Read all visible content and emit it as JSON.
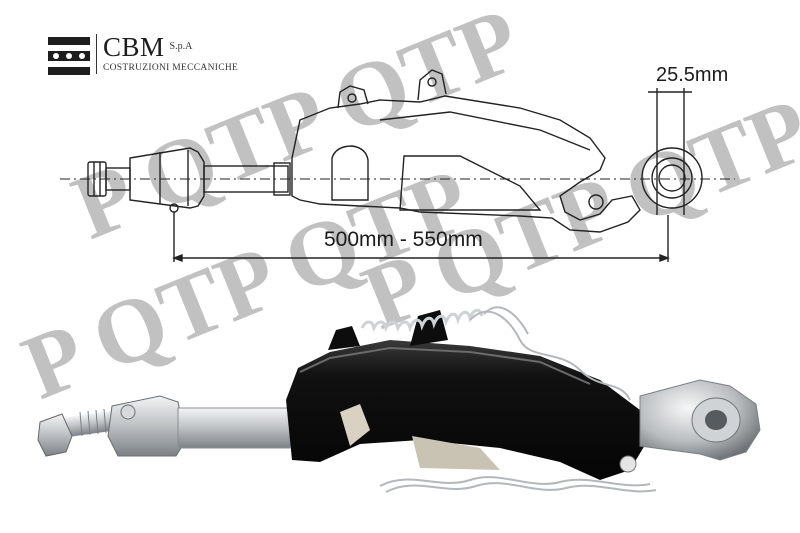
{
  "logo": {
    "name": "CBM",
    "suffix": "S.p.A",
    "subtitle": "COSTRUZIONI MECCANICHE"
  },
  "dimensions": {
    "eye_diameter": "25.5mm",
    "length_range": "500mm - 550mm"
  },
  "watermark": {
    "text": "P QTP QTP"
  },
  "colors": {
    "body": "#0e0e0e",
    "steel": "#c9ccce",
    "drawing_line": "#222222",
    "watermark": "#9a9a9a"
  }
}
